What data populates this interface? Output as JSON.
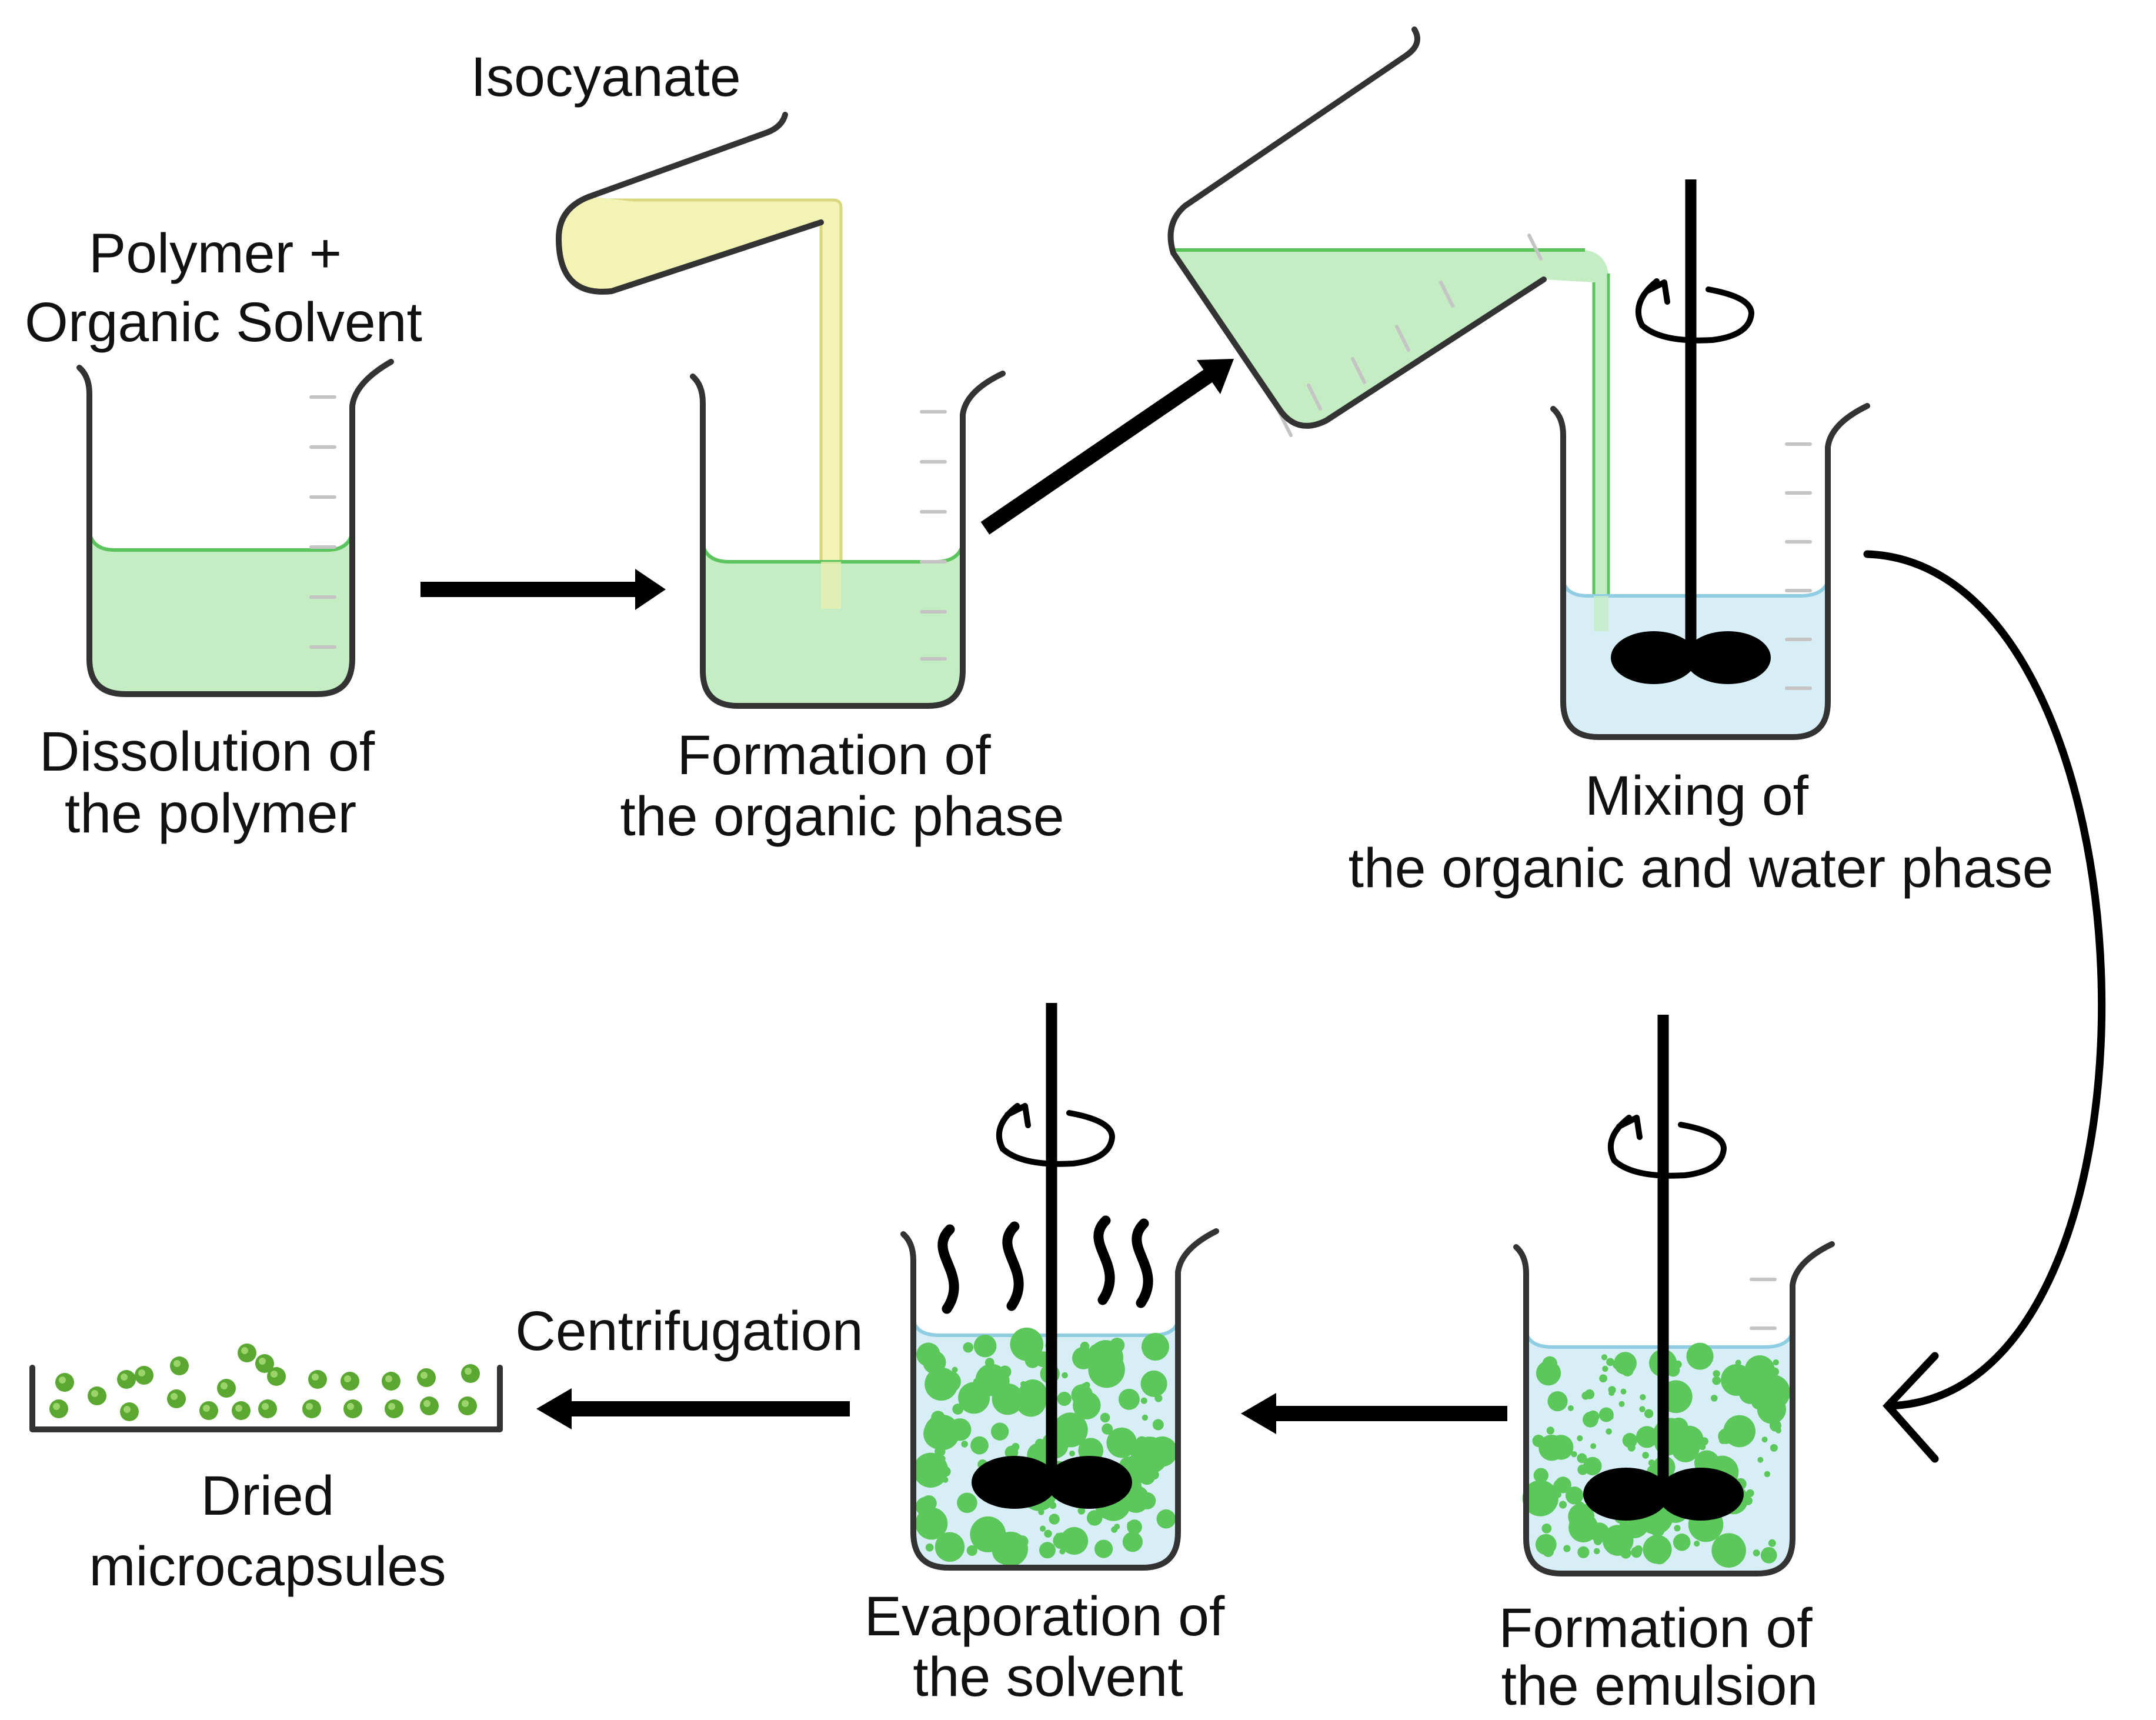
{
  "steps": {
    "dissolution": {
      "top_label_1": "Polymer +",
      "top_label_2": "Organic Solvent",
      "caption_1": "Dissolution of",
      "caption_2": "the polymer"
    },
    "organic_phase": {
      "reagent_label": "Isocyanate",
      "caption_1": "Formation of",
      "caption_2": "the organic phase"
    },
    "mixing": {
      "caption_1": "Mixing of",
      "caption_2": "the organic and water phase"
    },
    "emulsion": {
      "caption_1": "Formation of",
      "caption_2": "the emulsion"
    },
    "evaporation": {
      "caption_1": "Evaporation of",
      "caption_2": "the solvent"
    },
    "dried": {
      "arrow_label": "Centrifugation",
      "caption_1": "Dried",
      "caption_2": "microcapsules"
    }
  },
  "colors": {
    "organic_liquid": "#c4edc4",
    "organic_edge": "#5cc45c",
    "isocyanate": "#f3f3b6",
    "isocyanate_edge": "#d8d87e",
    "water": "#d8eef7",
    "water_edge": "#8fcde3",
    "droplet": "#5cc85c",
    "capsule": "#5aa832",
    "capsule_core": "#9ad46a",
    "glass": "#333333",
    "arrow": "#000000"
  }
}
